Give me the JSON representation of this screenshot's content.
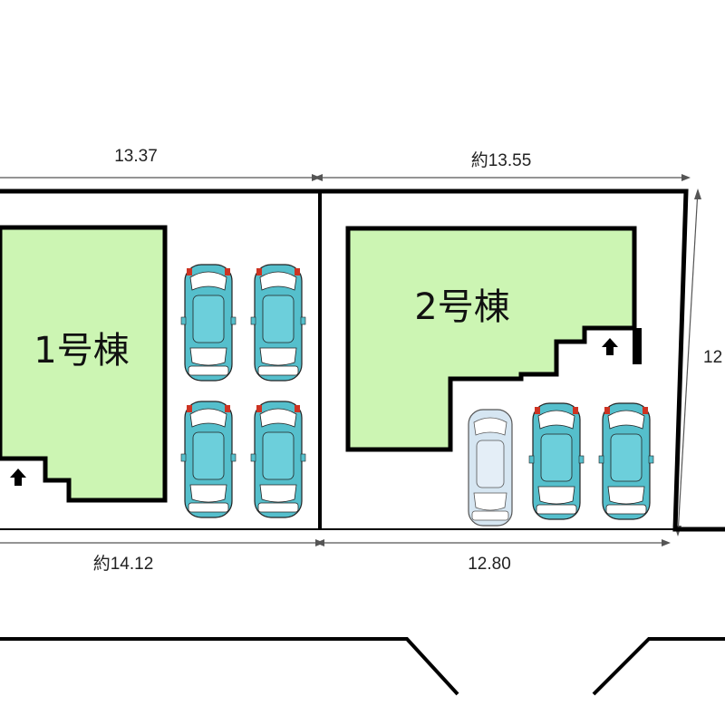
{
  "colors": {
    "building": "#ccf5b3",
    "car_body": "#55bfcc",
    "car_body_light": "#d6e6f2",
    "car_trim": "#ffffff",
    "car_tail": "#cc3322",
    "line": "#000000",
    "dimension": "#555555"
  },
  "dimensions": {
    "top_left": "13.37",
    "top_right": "約13.55",
    "bottom_left": "約14.12",
    "bottom_right": "12.80",
    "right_side": "12"
  },
  "buildings": [
    {
      "label": "1号棟"
    },
    {
      "label": "2号棟"
    }
  ],
  "entrance_icons": [
    "up-arrow-icon",
    "up-arrow-icon"
  ],
  "parking": {
    "lot1_cars": 4,
    "lot2_cars": 3,
    "lot2_light_cars": 1
  }
}
